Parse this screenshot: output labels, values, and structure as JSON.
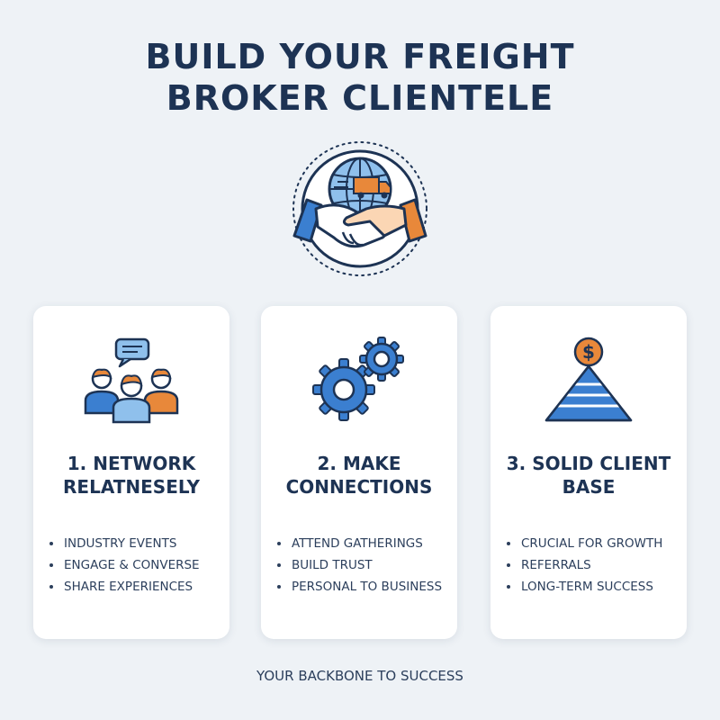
{
  "title": {
    "line1": "BUILD YOUR FREIGHT",
    "line2": "BROKER CLIENTELE"
  },
  "hero": {
    "icon": "globe-truck-handshake-icon"
  },
  "cards": [
    {
      "icon": "people-chat-icon",
      "heading_line1": "1. NETWORK",
      "heading_line2": "RELATNESELY",
      "bullets": [
        "INDUSTRY EVENTS",
        "ENGAGE & CONVERSE",
        "SHARE EXPERIENCES"
      ]
    },
    {
      "icon": "gears-icon",
      "heading_line1": "2. MAKE",
      "heading_line2": "CONNECTIONS",
      "bullets": [
        "ATTEND GATHERINGS",
        "BUILD TRUST",
        "PERSONAL TO BUSINESS"
      ]
    },
    {
      "icon": "dollar-pyramid-icon",
      "heading_line1": "3. SOLID CLIENT",
      "heading_line2": "BASE",
      "bullets": [
        "CRUCIAL FOR GROWTH",
        "REFERRALS",
        "LONG-TERM SUCCESS"
      ]
    }
  ],
  "footer": "YOUR BACKBONE TO SUCCESS",
  "colors": {
    "background": "#eef2f6",
    "navy": "#1d3354",
    "blue": "#3b7fd0",
    "orange": "#e8883a"
  }
}
